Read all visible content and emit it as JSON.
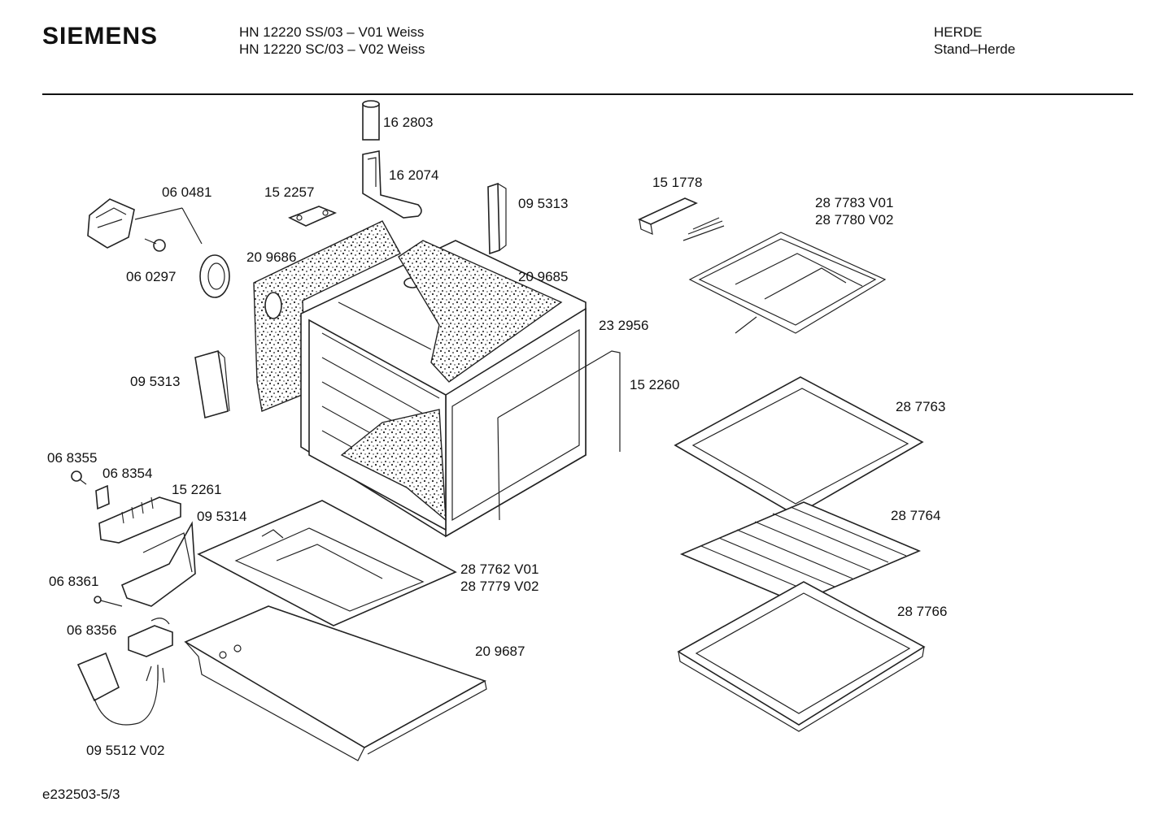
{
  "header": {
    "brand": "SIEMENS",
    "model_line_1": "HN 12220 SS/03 – V01 Weiss",
    "model_line_2": "HN 12220 SC/03 – V02 Weiss",
    "category_1": "HERDE",
    "category_2": "Stand–Herde"
  },
  "parts": {
    "p162803": "16 2803",
    "p162074": "16 2074",
    "p060481": "06 0481",
    "p152257": "15 2257",
    "p095313_top": "09 5313",
    "p151778": "15 1778",
    "p287783": "28 7783 V01",
    "p287780": "28 7780 V02",
    "p209686": "20 9686",
    "p060297": "06 0297",
    "p209685": "20 9685",
    "p232956": "23 2956",
    "p095313_left": "09 5313",
    "p152260": "15 2260",
    "p287763": "28 7763",
    "p068355": "06 8355",
    "p068354": "06 8354",
    "p152261": "15 2261",
    "p095314": "09 5314",
    "p287764": "28 7764",
    "p287762": "28 7762 V01",
    "p287779": "28 7779 V02",
    "p068361": "06 8361",
    "p287766": "28 7766",
    "p068356": "06 8356",
    "p209687": "20 9687",
    "p095512": "09 5512 V02"
  },
  "footer": {
    "code": "e232503-5/3"
  }
}
